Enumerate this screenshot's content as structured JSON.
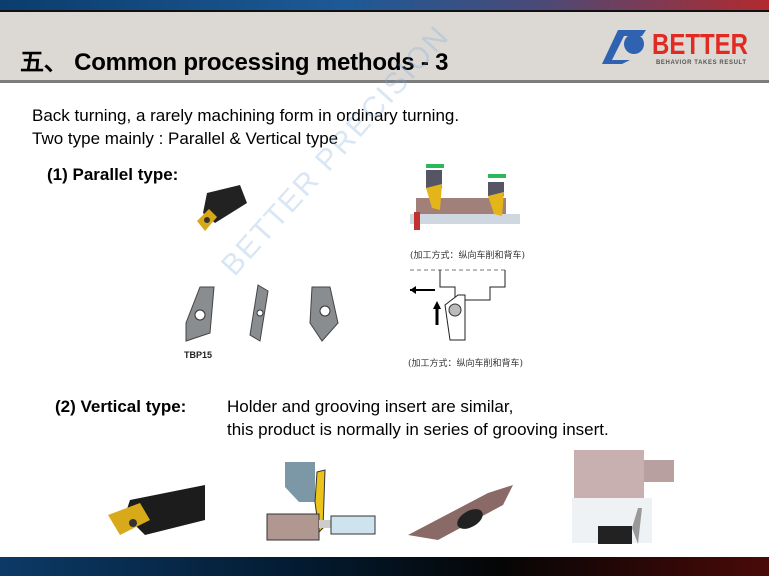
{
  "header": {
    "title": "五、 Common processing methods  - 3",
    "logo": {
      "brand": "BETTER",
      "tagline": "BEHAVIOR TAKES RESULT",
      "colors": {
        "brand": "#e02a22",
        "mark": "#2f62b0"
      }
    }
  },
  "intro": {
    "line1": "Back turning, a rarely machining form in ordinary turning.",
    "line2": "Two type mainly  :  Parallel & Vertical type"
  },
  "parallel": {
    "heading": "(1)  Parallel type:",
    "insert_label": "TBP15",
    "caption1": "(加工方式：纵向车削和背车)",
    "caption2": "(加工方式：纵向车削和背车)"
  },
  "vertical": {
    "heading": "(2)  Vertical type:",
    "desc1": "Holder and grooving insert are similar,",
    "desc2": "this product is normally in series of grooving insert."
  },
  "watermark": "BETTER PRECISION"
}
